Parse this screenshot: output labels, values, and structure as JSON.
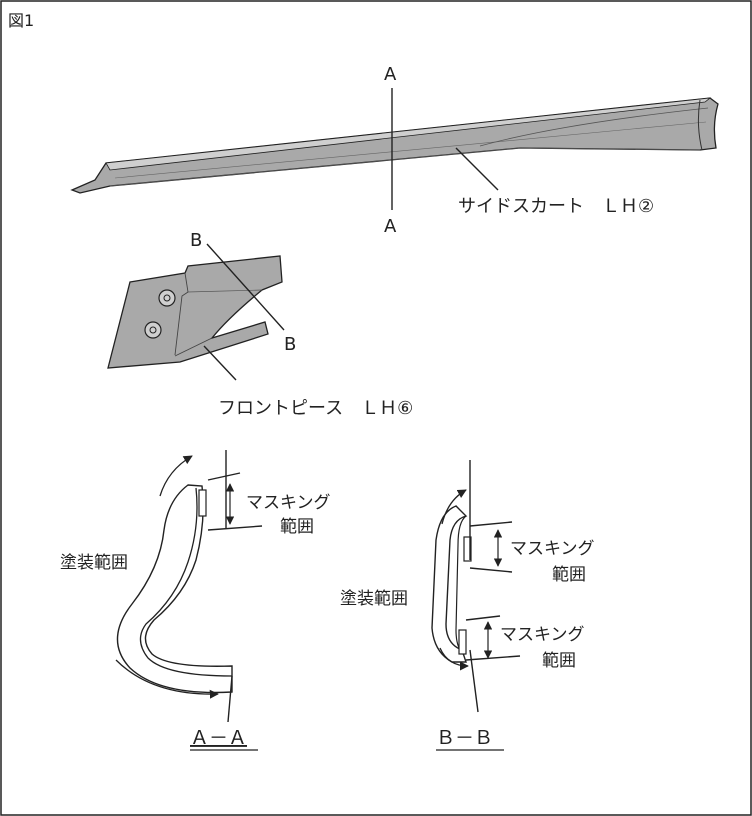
{
  "figure_label": "図1",
  "parts": {
    "side_skirt": {
      "label": "サイドスカート　ＬＨ②",
      "section_mark_top": "A",
      "section_mark_bottom": "A"
    },
    "front_piece": {
      "label": "フロントピース　ＬＨ⑥",
      "section_mark_top": "B",
      "section_mark_bottom": "B"
    }
  },
  "sections": {
    "a_a": {
      "title": "Ａ－Ａ",
      "paint_range_label": "塗装範囲",
      "masking_label_line1": "マスキング",
      "masking_label_line2": "範囲"
    },
    "b_b": {
      "title": "Ｂ－Ｂ",
      "paint_range_label": "塗装範囲",
      "masking_upper_line1": "マスキング",
      "masking_upper_line2": "範囲",
      "masking_lower_line1": "マスキング",
      "masking_lower_line2": "範囲"
    }
  },
  "colors": {
    "line": "#222222",
    "part_fill": "#a9a9a9",
    "part_fill_dark": "#8d8d8d",
    "background": "#ffffff"
  }
}
